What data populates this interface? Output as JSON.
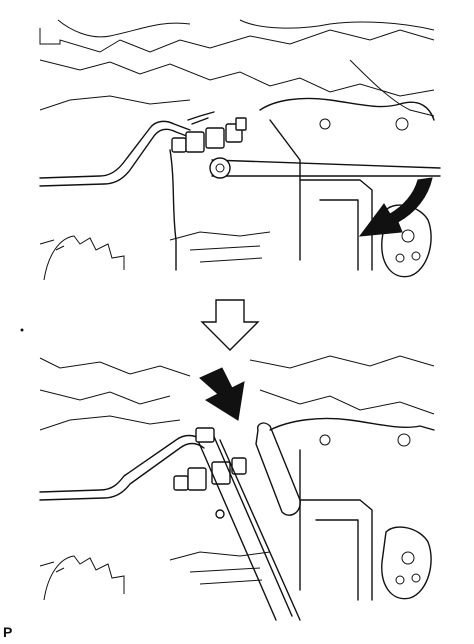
{
  "figure": {
    "corner_label": "P",
    "steps": [
      {
        "id": "before",
        "arrow": "curved-rotate-arrow"
      },
      {
        "id": "after",
        "arrow": "press-down-arrow"
      }
    ],
    "transition_arrow": "down-outline-arrow"
  }
}
